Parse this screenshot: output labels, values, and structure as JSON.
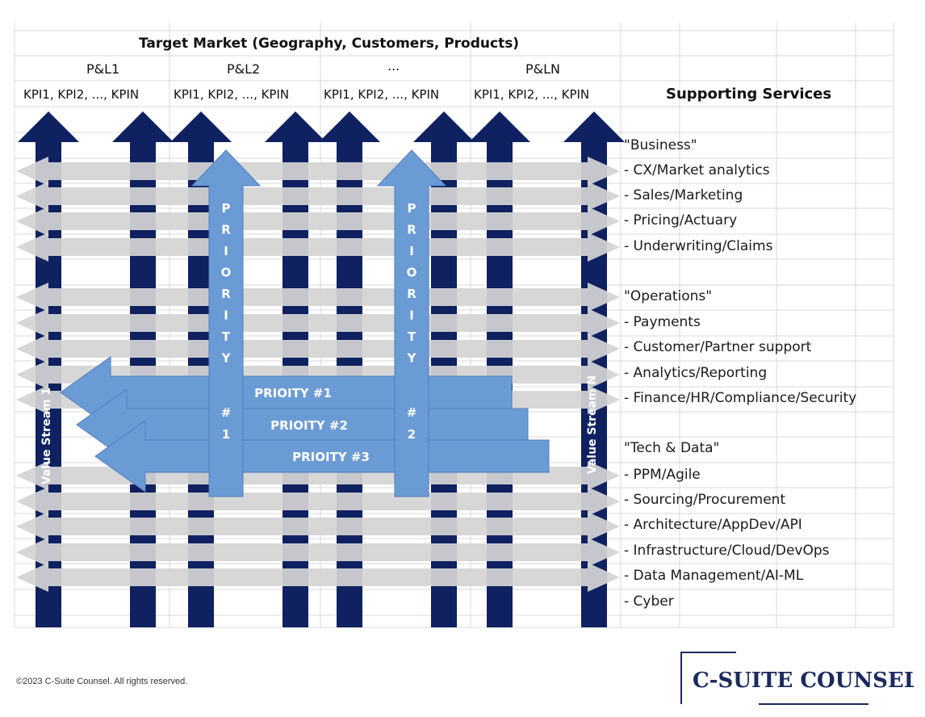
{
  "header": {
    "title": "Target Market (Geography, Customers, Products)",
    "pl_columns": [
      "P&L1",
      "P&L2",
      "...",
      "P&LN"
    ],
    "kpi_label": "KPI1, KPI2, ..., KPIN",
    "supporting_title": "Supporting Services"
  },
  "value_streams": {
    "first": "Value Stream 1",
    "last": "Value Stream N"
  },
  "priority_columns": [
    {
      "letters": [
        "P",
        "R",
        "I",
        "O",
        "R",
        "I",
        "T",
        "Y"
      ],
      "number": [
        "#",
        "1"
      ]
    },
    {
      "letters": [
        "P",
        "R",
        "I",
        "O",
        "R",
        "I",
        "T",
        "Y"
      ],
      "number": [
        "#",
        "2"
      ]
    }
  ],
  "priority_bars": [
    "PRIOITY #1",
    "PRIOITY #2",
    "PRIOITY #3"
  ],
  "services": [
    "\"Business\"",
    " - CX/Market analytics",
    "- Sales/Marketing",
    "- Pricing/Actuary",
    "- Underwriting/Claims",
    "\"Operations\"",
    "- Payments",
    "- Customer/Partner support",
    "- Analytics/Reporting",
    "- Finance/HR/Compliance/Security",
    "\"Tech & Data\"",
    "- PPM/Agile",
    "- Sourcing/Procurement",
    "- Architecture/AppDev/API",
    "- Infrastructure/Cloud/DevOps",
    "- Data Management/AI-ML",
    "- Cyber"
  ],
  "footer": {
    "copyright": "©2023 C-Suite Counsel.  All rights reserved.",
    "logo_text": "C-SUITE COUNSEL"
  },
  "colors": {
    "navy": "#0f2160",
    "light_blue": "#6b9bd4",
    "gray_band": "#d4d4d4",
    "grid": "#d9d9d9"
  }
}
